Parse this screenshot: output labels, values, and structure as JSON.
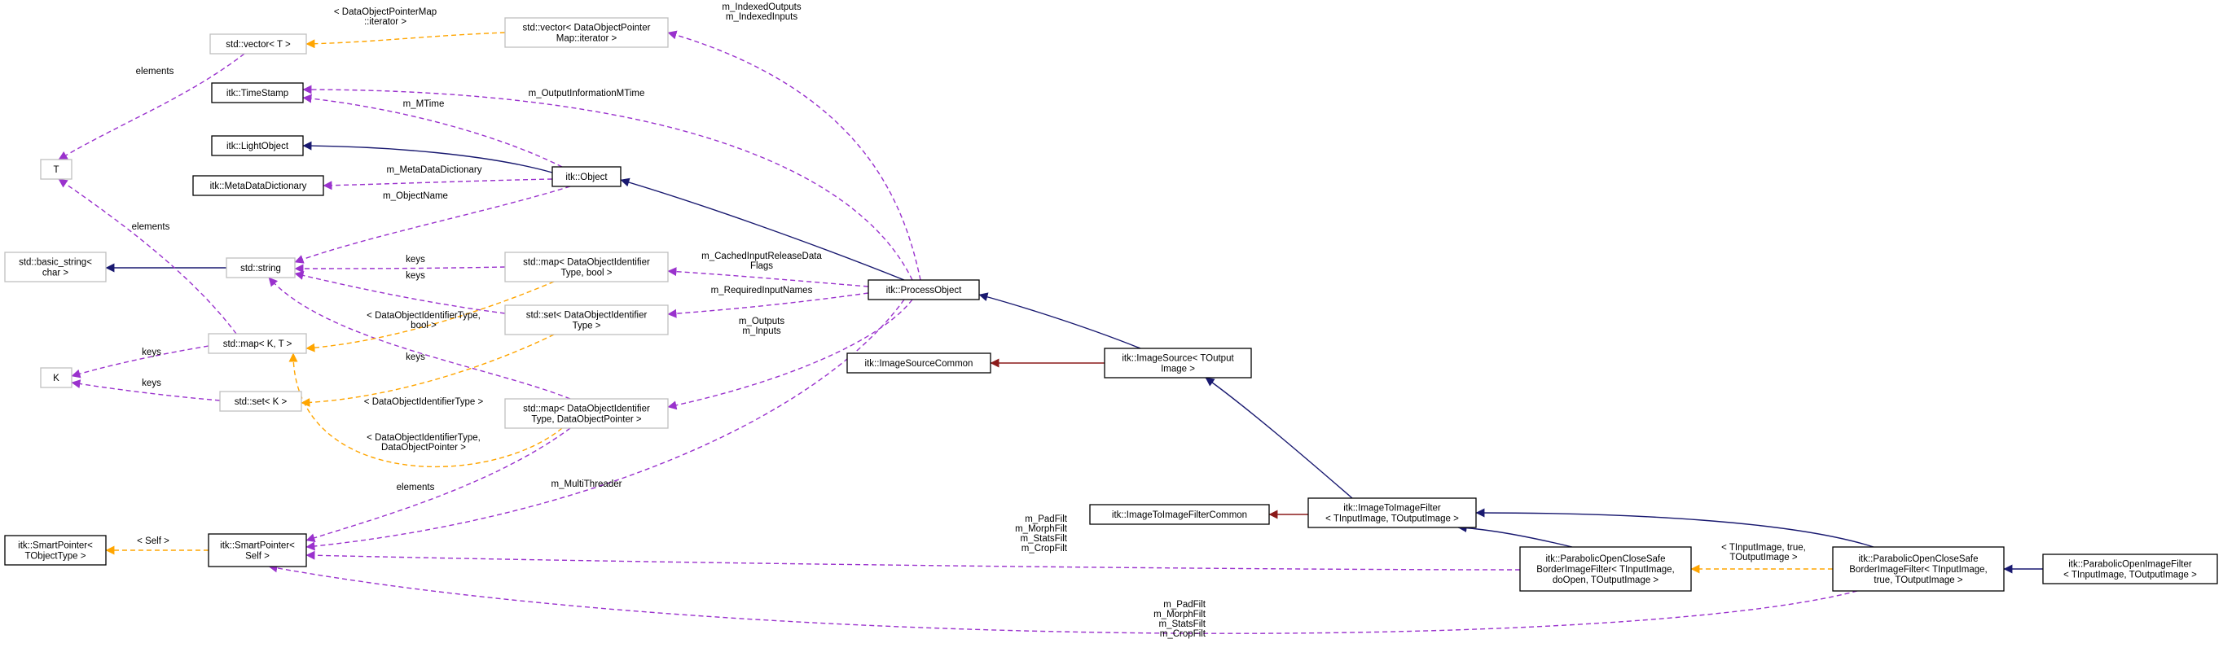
{
  "colors": {
    "inheritance": "#191970",
    "usage": "#9a32cd",
    "template": "#ffa500",
    "private": "#8b1a1a",
    "node_border": "#000000",
    "node_border_light": "#bfbfbf",
    "node_focus_fill": "#bfbfbf"
  },
  "nodes": [
    {
      "id": "vec_t",
      "lines": [
        "std::vector< T >"
      ],
      "style": "light"
    },
    {
      "id": "vec_it",
      "lines": [
        "std::vector< DataObjectPointer",
        "Map::iterator >"
      ],
      "style": "light"
    },
    {
      "id": "timestamp",
      "lines": [
        "itk::TimeStamp"
      ],
      "style": "normal"
    },
    {
      "id": "lightobject",
      "lines": [
        "itk::LightObject"
      ],
      "style": "normal"
    },
    {
      "id": "metadict",
      "lines": [
        "itk::MetaDataDictionary"
      ],
      "style": "normal"
    },
    {
      "id": "object",
      "lines": [
        "itk::Object"
      ],
      "style": "normal"
    },
    {
      "id": "T",
      "lines": [
        "T"
      ],
      "style": "light"
    },
    {
      "id": "basicstring",
      "lines": [
        "std::basic_string<",
        "char >"
      ],
      "style": "light"
    },
    {
      "id": "string",
      "lines": [
        "std::string"
      ],
      "style": "light"
    },
    {
      "id": "map_bool",
      "lines": [
        "std::map< DataObjectIdentifier",
        "Type, bool >"
      ],
      "style": "light"
    },
    {
      "id": "set_doi",
      "lines": [
        "std::set< DataObjectIdentifier",
        "Type >"
      ],
      "style": "light"
    },
    {
      "id": "processobject",
      "lines": [
        "itk::ProcessObject"
      ],
      "style": "normal"
    },
    {
      "id": "map_kt",
      "lines": [
        "std::map< K, T >"
      ],
      "style": "light"
    },
    {
      "id": "K",
      "lines": [
        "K"
      ],
      "style": "light"
    },
    {
      "id": "set_k",
      "lines": [
        "std::set< K >"
      ],
      "style": "light"
    },
    {
      "id": "map_dop",
      "lines": [
        "std::map< DataObjectIdentifier",
        "Type, DataObjectPointer >"
      ],
      "style": "light"
    },
    {
      "id": "imagesourcecommon",
      "lines": [
        "itk::ImageSourceCommon"
      ],
      "style": "normal"
    },
    {
      "id": "imagesource",
      "lines": [
        "itk::ImageSource< TOutput",
        "Image >"
      ],
      "style": "normal"
    },
    {
      "id": "sp_tobj",
      "lines": [
        "itk::SmartPointer<",
        "TObjectType >"
      ],
      "style": "normal"
    },
    {
      "id": "sp_self",
      "lines": [
        "itk::SmartPointer<",
        "Self >"
      ],
      "style": "normal"
    },
    {
      "id": "i2ifcommon",
      "lines": [
        "itk::ImageToImageFilterCommon"
      ],
      "style": "normal"
    },
    {
      "id": "i2if",
      "lines": [
        "itk::ImageToImageFilter",
        "< TInputImage, TOutputImage >"
      ],
      "style": "normal"
    },
    {
      "id": "pocs_doopen",
      "lines": [
        "itk::ParabolicOpenCloseSafe",
        "BorderImageFilter< TInputImage,",
        "doOpen, TOutputImage >"
      ],
      "style": "normal"
    },
    {
      "id": "pocs_true",
      "lines": [
        "itk::ParabolicOpenCloseSafe",
        "BorderImageFilter< TInputImage,",
        "true, TOutputImage >"
      ],
      "style": "normal"
    },
    {
      "id": "poif",
      "lines": [
        "itk::ParabolicOpenImageFilter",
        "< TInputImage, TOutputImage >"
      ],
      "style": "focus"
    }
  ],
  "edges": [
    {
      "id": "e_vecit_vect",
      "from": "vec_it",
      "to": "vec_t",
      "kind": "template",
      "label": [
        "< DataObjectPointerMap",
        "::iterator >"
      ]
    },
    {
      "id": "e_vect_T",
      "from": "vec_t",
      "to": "T",
      "kind": "usage",
      "label": [
        "elements"
      ]
    },
    {
      "id": "e_po_vecit",
      "from": "processobject",
      "to": "vec_it",
      "kind": "usage",
      "label": [
        "m_IndexedOutputs",
        "m_IndexedInputs"
      ]
    },
    {
      "id": "e_po_ts",
      "from": "processobject",
      "to": "timestamp",
      "kind": "usage",
      "label": [
        "m_OutputInformationMTime"
      ]
    },
    {
      "id": "e_obj_ts",
      "from": "object",
      "to": "timestamp",
      "kind": "usage",
      "label": [
        "m_MTime"
      ]
    },
    {
      "id": "e_obj_lo",
      "from": "object",
      "to": "lightobject",
      "kind": "inheritance",
      "label": []
    },
    {
      "id": "e_obj_md",
      "from": "object",
      "to": "metadict",
      "kind": "usage",
      "label": [
        "m_MetaDataDictionary"
      ]
    },
    {
      "id": "e_obj_str",
      "from": "object",
      "to": "string",
      "kind": "usage",
      "label": [
        "m_ObjectName"
      ]
    },
    {
      "id": "e_po_obj",
      "from": "processobject",
      "to": "object",
      "kind": "inheritance",
      "label": []
    },
    {
      "id": "e_str_bs",
      "from": "string",
      "to": "basicstring",
      "kind": "inheritance",
      "label": []
    },
    {
      "id": "e_mapb_str",
      "from": "map_bool",
      "to": "string",
      "kind": "usage",
      "label": [
        "keys"
      ]
    },
    {
      "id": "e_set_str",
      "from": "set_doi",
      "to": "string",
      "kind": "usage",
      "label": [
        "keys"
      ]
    },
    {
      "id": "e_mapd_str",
      "from": "map_dop",
      "to": "string",
      "kind": "usage",
      "label": [
        "keys"
      ]
    },
    {
      "id": "e_po_mapb",
      "from": "processobject",
      "to": "map_bool",
      "kind": "usage",
      "label": [
        "m_CachedInputReleaseData",
        "Flags"
      ]
    },
    {
      "id": "e_po_set",
      "from": "processobject",
      "to": "set_doi",
      "kind": "usage",
      "label": [
        "m_RequiredInputNames"
      ]
    },
    {
      "id": "e_po_mapd",
      "from": "processobject",
      "to": "map_dop",
      "kind": "usage",
      "label": [
        "m_Outputs",
        "m_Inputs"
      ]
    },
    {
      "id": "e_mapkt_T",
      "from": "map_kt",
      "to": "T",
      "kind": "usage",
      "label": [
        "elements"
      ]
    },
    {
      "id": "e_mapkt_K",
      "from": "map_kt",
      "to": "K",
      "kind": "usage",
      "label": [
        "keys"
      ]
    },
    {
      "id": "e_setk_K",
      "from": "set_k",
      "to": "K",
      "kind": "usage",
      "label": [
        "keys"
      ]
    },
    {
      "id": "e_mapb_mapkt",
      "from": "map_bool",
      "to": "map_kt",
      "kind": "template",
      "label": [
        "< DataObjectIdentifierType,",
        "bool >"
      ]
    },
    {
      "id": "e_mapd_mapkt",
      "from": "map_dop",
      "to": "map_kt",
      "kind": "template",
      "label": [
        "< DataObjectIdentifierType,",
        "DataObjectPointer >"
      ]
    },
    {
      "id": "e_set_setk",
      "from": "set_doi",
      "to": "set_k",
      "kind": "template",
      "label": [
        "< DataObjectIdentifierType >"
      ]
    },
    {
      "id": "e_is_po",
      "from": "imagesource",
      "to": "processobject",
      "kind": "inheritance",
      "label": []
    },
    {
      "id": "e_is_isc",
      "from": "imagesource",
      "to": "imagesourcecommon",
      "kind": "private",
      "label": []
    },
    {
      "id": "e_sps_spt",
      "from": "sp_self",
      "to": "sp_tobj",
      "kind": "template",
      "label": [
        "< Self >"
      ]
    },
    {
      "id": "e_mapd_sps",
      "from": "map_dop",
      "to": "sp_self",
      "kind": "usage",
      "label": [
        "elements"
      ]
    },
    {
      "id": "e_po_sps",
      "from": "processobject",
      "to": "sp_self",
      "kind": "usage",
      "label": [
        "m_MultiThreader"
      ]
    },
    {
      "id": "e_i2if_is",
      "from": "i2if",
      "to": "imagesource",
      "kind": "inheritance",
      "label": []
    },
    {
      "id": "e_i2if_com",
      "from": "i2if",
      "to": "i2ifcommon",
      "kind": "private",
      "label": []
    },
    {
      "id": "e_pocsd_i2if",
      "from": "pocs_doopen",
      "to": "i2if",
      "kind": "inheritance",
      "label": []
    },
    {
      "id": "e_pocsd_sps",
      "from": "pocs_doopen",
      "to": "sp_self",
      "kind": "usage",
      "label": [
        "m_PadFilt",
        "m_MorphFilt",
        "m_StatsFilt",
        "m_CropFilt"
      ]
    },
    {
      "id": "e_pocst_i2if",
      "from": "pocs_true",
      "to": "i2if",
      "kind": "inheritance",
      "label": []
    },
    {
      "id": "e_pocst_pocsd",
      "from": "pocs_true",
      "to": "pocs_doopen",
      "kind": "template",
      "label": [
        "< TInputImage, true,",
        "TOutputImage >"
      ]
    },
    {
      "id": "e_pocst_sps",
      "from": "pocs_true",
      "to": "sp_self",
      "kind": "usage",
      "label": [
        "m_PadFilt",
        "m_MorphFilt",
        "m_StatsFilt",
        "m_CropFilt"
      ]
    },
    {
      "id": "e_poif_pocst",
      "from": "poif",
      "to": "pocs_true",
      "kind": "inheritance",
      "label": []
    }
  ]
}
